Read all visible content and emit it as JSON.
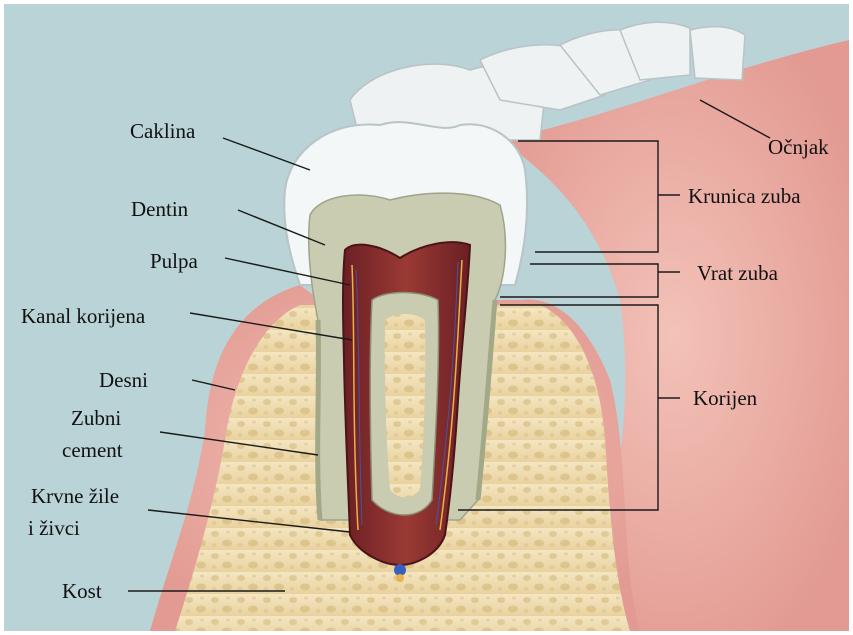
{
  "labels": {
    "enamel": "Caklina",
    "dentin": "Dentin",
    "pulp": "Pulpa",
    "root_canal": "Kanal korijena",
    "gum": "Desni",
    "cementum_line1": "Zubni",
    "cementum_line2": "cement",
    "vessels_line1": "Krvne žile",
    "vessels_line2": "i živci",
    "bone": "Kost",
    "canine": "Očnjak",
    "crown": "Krunica zuba",
    "neck": "Vrat zuba",
    "root": "Korijen"
  },
  "colors": {
    "background": "#b9d3d6",
    "gum": "#e8a8a0",
    "enamel": "#f4f7f8",
    "dentin": "#c9ccb0",
    "pulp": "#7a2a2a",
    "bone": "#eedcb0",
    "leader_line": "#1a1a1a"
  }
}
